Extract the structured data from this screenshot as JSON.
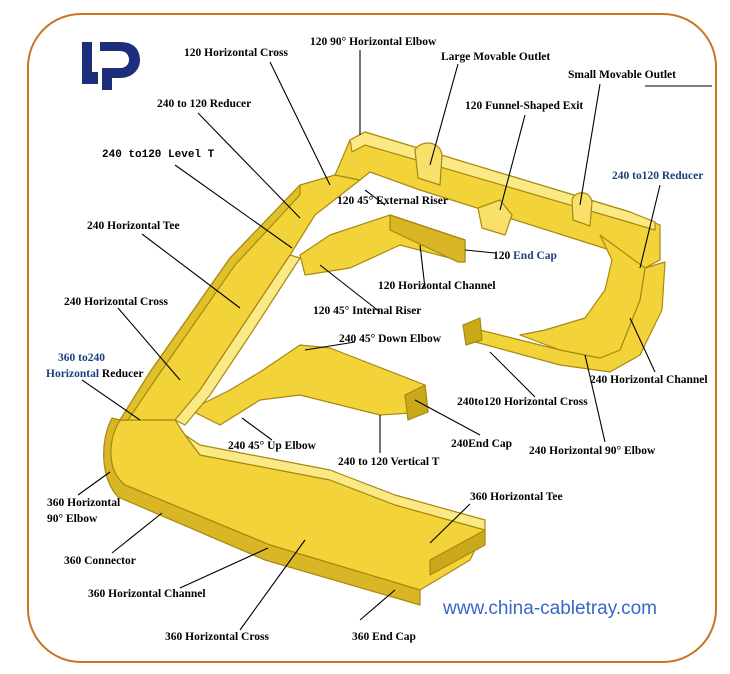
{
  "labels": {
    "horiz_cross_120": "120 Horizontal Cross",
    "elbow_120_90": "120 90° Horizontal Elbow",
    "large_outlet": "Large Movable Outlet",
    "small_outlet": "Small Movable Outlet",
    "funnel_exit": "120 Funnel-Shaped Exit",
    "reducer_240_120_a": "240 to 120 Reducer",
    "level_t": "240 to120 Level T",
    "external_riser": "120 45° External Riser",
    "reducer_240_120_b": "240 to120 Reducer",
    "end_cap_120_a": "120 ",
    "end_cap_120_b": "End Cap",
    "horiz_tee_240": "240 Horizontal Tee",
    "horiz_channel_120": "120 Horizontal Channel",
    "horiz_cross_240": "240 Horizontal Cross",
    "internal_riser": "120 45° Internal Riser",
    "down_elbow": "240 45° Down Elbow",
    "reducer_360_a": "360 to240",
    "reducer_360_b": "Horizontal",
    "reducer_360_c": " Reducer",
    "horiz_channel_240": "240 Horizontal Channel",
    "horiz_cross_240_120": "240to120 Horizontal Cross",
    "up_elbow": "240 45° Up Elbow",
    "end_cap_240": "240End Cap",
    "elbow_240_90": "240 Horizontal 90° Elbow",
    "vertical_t": "240 to 120 Vertical T",
    "elbow_360_a": "360 Horizontal",
    "elbow_360_b": "90°  Elbow",
    "tee_360": "360 Horizontal Tee",
    "connector_360": "360 Connector",
    "channel_360": "360 Horizontal Channel",
    "cross_360": "360 Horizontal Cross",
    "end_cap_360": "360 End Cap"
  },
  "website": "www.china-cabletray.com",
  "logo_text": "LP",
  "colors": {
    "tray": "#f2d43a",
    "tray_dark": "#c9a91a",
    "tray_light": "#fbe985",
    "frame": "#c8731f",
    "logo": "#1d2f7c",
    "web": "#3a66c7"
  }
}
